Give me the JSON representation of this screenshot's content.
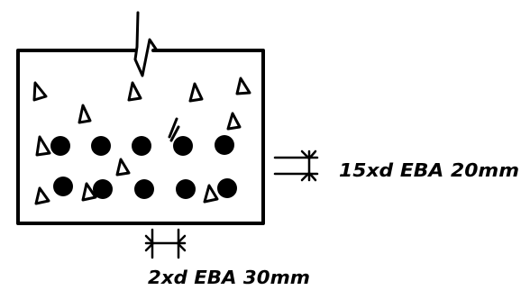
{
  "annotations": {
    "vertical_spacing_label": "15xd EBA 20mm",
    "horizontal_spacing_label": "2xd EBA 30mm"
  },
  "layout": {
    "bars_per_row": 5,
    "rows": 2
  },
  "colors": {
    "ink": "#000000",
    "paper": "#ffffff"
  }
}
